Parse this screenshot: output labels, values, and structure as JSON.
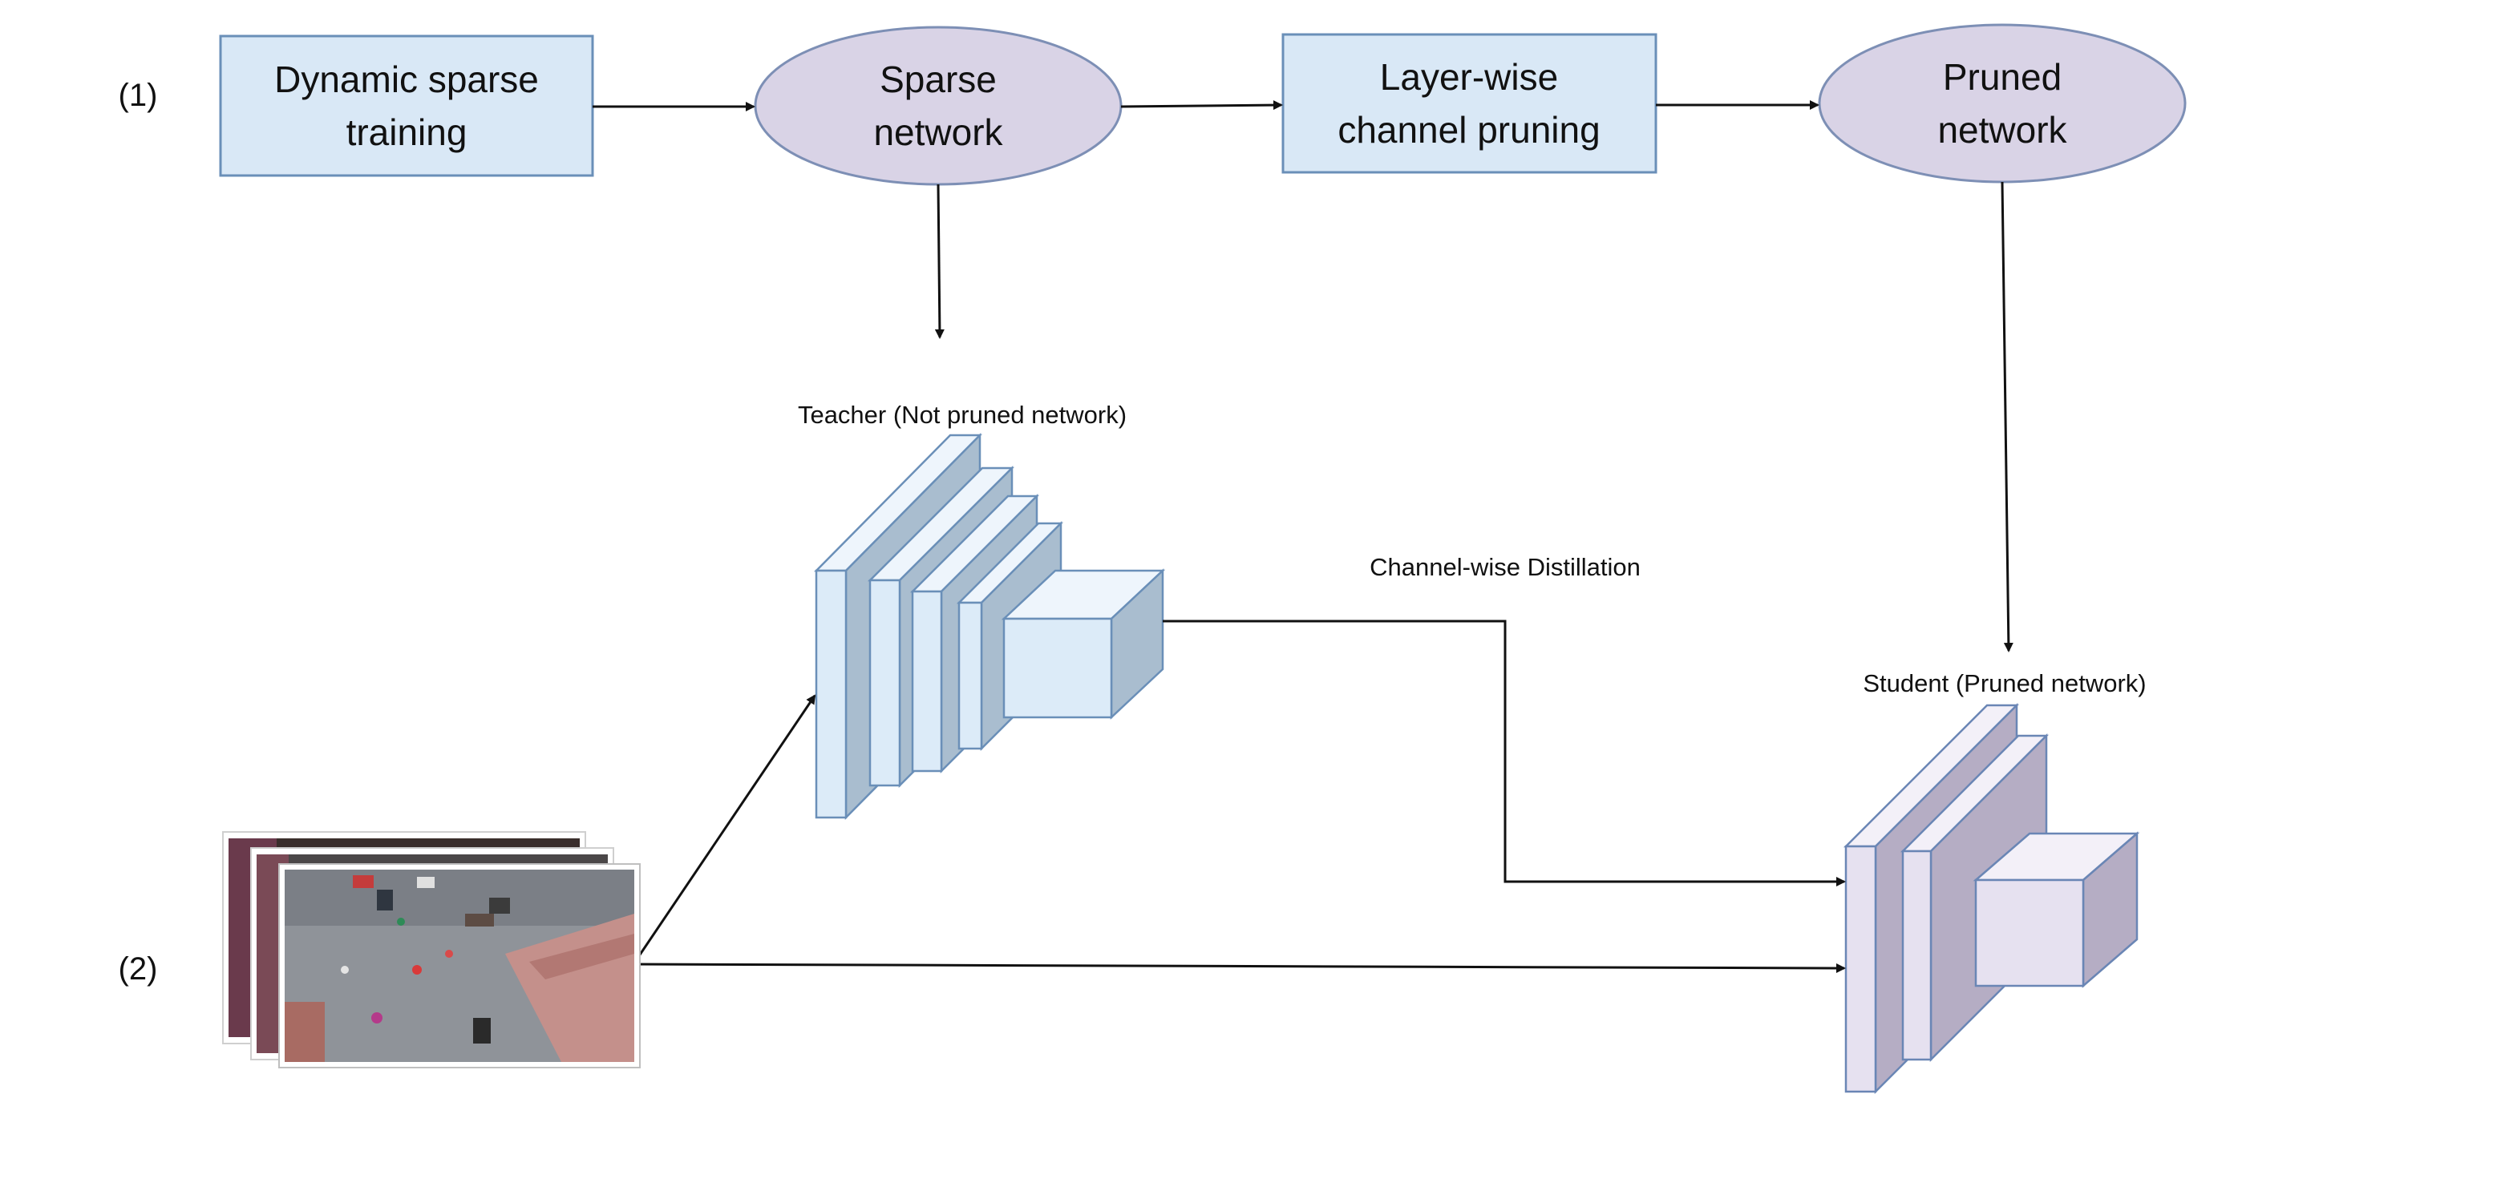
{
  "steps": {
    "step1": "(1)",
    "step2": "(2)"
  },
  "nodes": {
    "dynamic_sparse_training": {
      "line1": "Dynamic sparse",
      "line2": "training"
    },
    "sparse_network": {
      "line1": "Sparse",
      "line2": "network"
    },
    "layer_wise_channel_pruning": {
      "line1": "Layer-wise",
      "line2": "channel pruning"
    },
    "pruned_network": {
      "line1": "Pruned",
      "line2": "network"
    }
  },
  "labels": {
    "teacher": "Teacher (Not pruned network)",
    "student": "Student (Pruned network)",
    "distillation": "Channel-wise Distillation"
  },
  "colors": {
    "box_fill": "#d9e8f6",
    "box_stroke": "#6a8fb8",
    "ellipse_fill": "#d9d3e6",
    "ellipse_stroke": "#7d8fb5",
    "teacher_front": "#dcebf8",
    "teacher_side": "#a9bdcf",
    "student_front": "#e6e1f0",
    "student_side": "#b5adc4",
    "arrow": "#111111"
  }
}
